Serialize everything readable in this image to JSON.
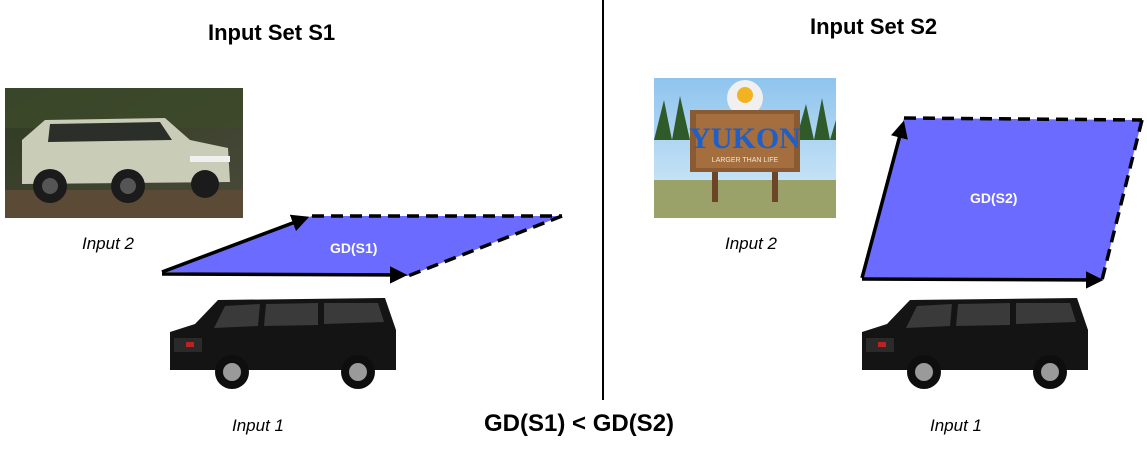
{
  "left_panel": {
    "title": "Input Set S1",
    "input2_caption": "Input 2",
    "input1_caption": "Input 1",
    "region_label": "GD(S1)"
  },
  "right_panel": {
    "title": "Input Set S2",
    "input2_caption": "Input 2",
    "input1_caption": "Input 1",
    "region_label": "GD(S2)",
    "sign_text": "YUKON",
    "sign_subtext": "LARGER THAN LIFE"
  },
  "comparison": "GD(S1) < GD(S2)",
  "colors": {
    "region_fill": "#6b6bff",
    "arrow": "#000000",
    "divider": "#000000",
    "vehicle": "#141414"
  },
  "icons": [
    "hummer-photo",
    "suv-icon",
    "yukon-sign-photo"
  ]
}
